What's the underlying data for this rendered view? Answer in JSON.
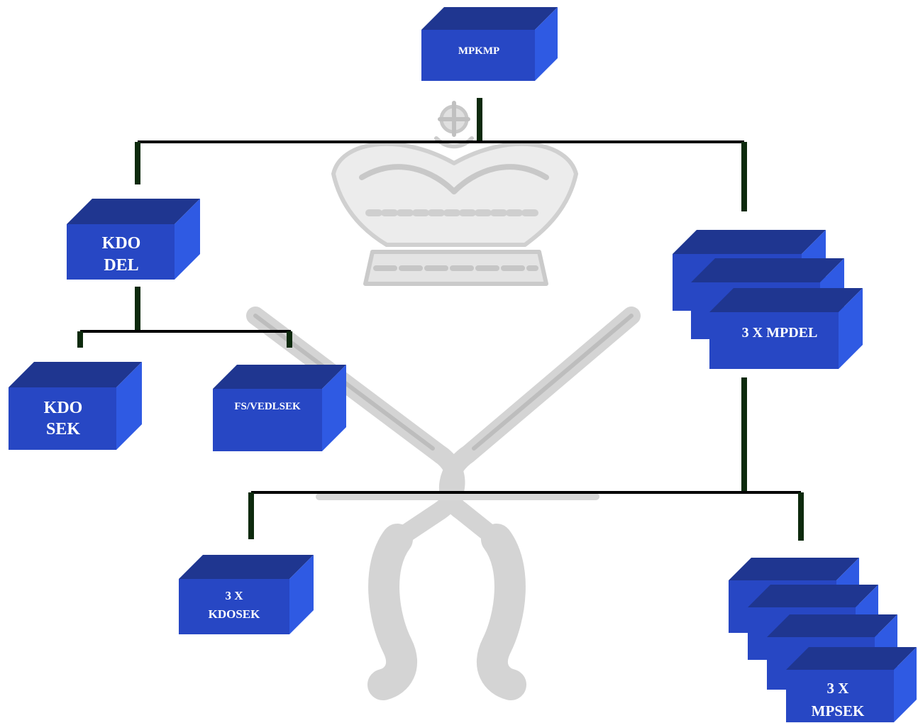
{
  "colors": {
    "box_front": "#2747c4",
    "box_top": "#1f3690",
    "box_side": "#2f5ae3",
    "connector_dark": "#0d2a0d",
    "connector_thin": "#000000",
    "watermark": "#d2d2d2",
    "label": "#ffffff"
  },
  "watermark": {
    "icon": "crown-over-crossed-pistols-emblem"
  },
  "nodes": {
    "mpkmp": [
      "MPKMP"
    ],
    "kdo_del": [
      "KDO",
      "DEL"
    ],
    "mpdel": [
      "3 X MPDEL"
    ],
    "kdo_sek": [
      "KDO",
      "SEK"
    ],
    "fs_vedlsek": [
      "FS/VEDLSEK"
    ],
    "kdosek": [
      "3 X",
      "KDOSEK"
    ],
    "mpsek": [
      "3 X",
      "MPSEK"
    ]
  }
}
